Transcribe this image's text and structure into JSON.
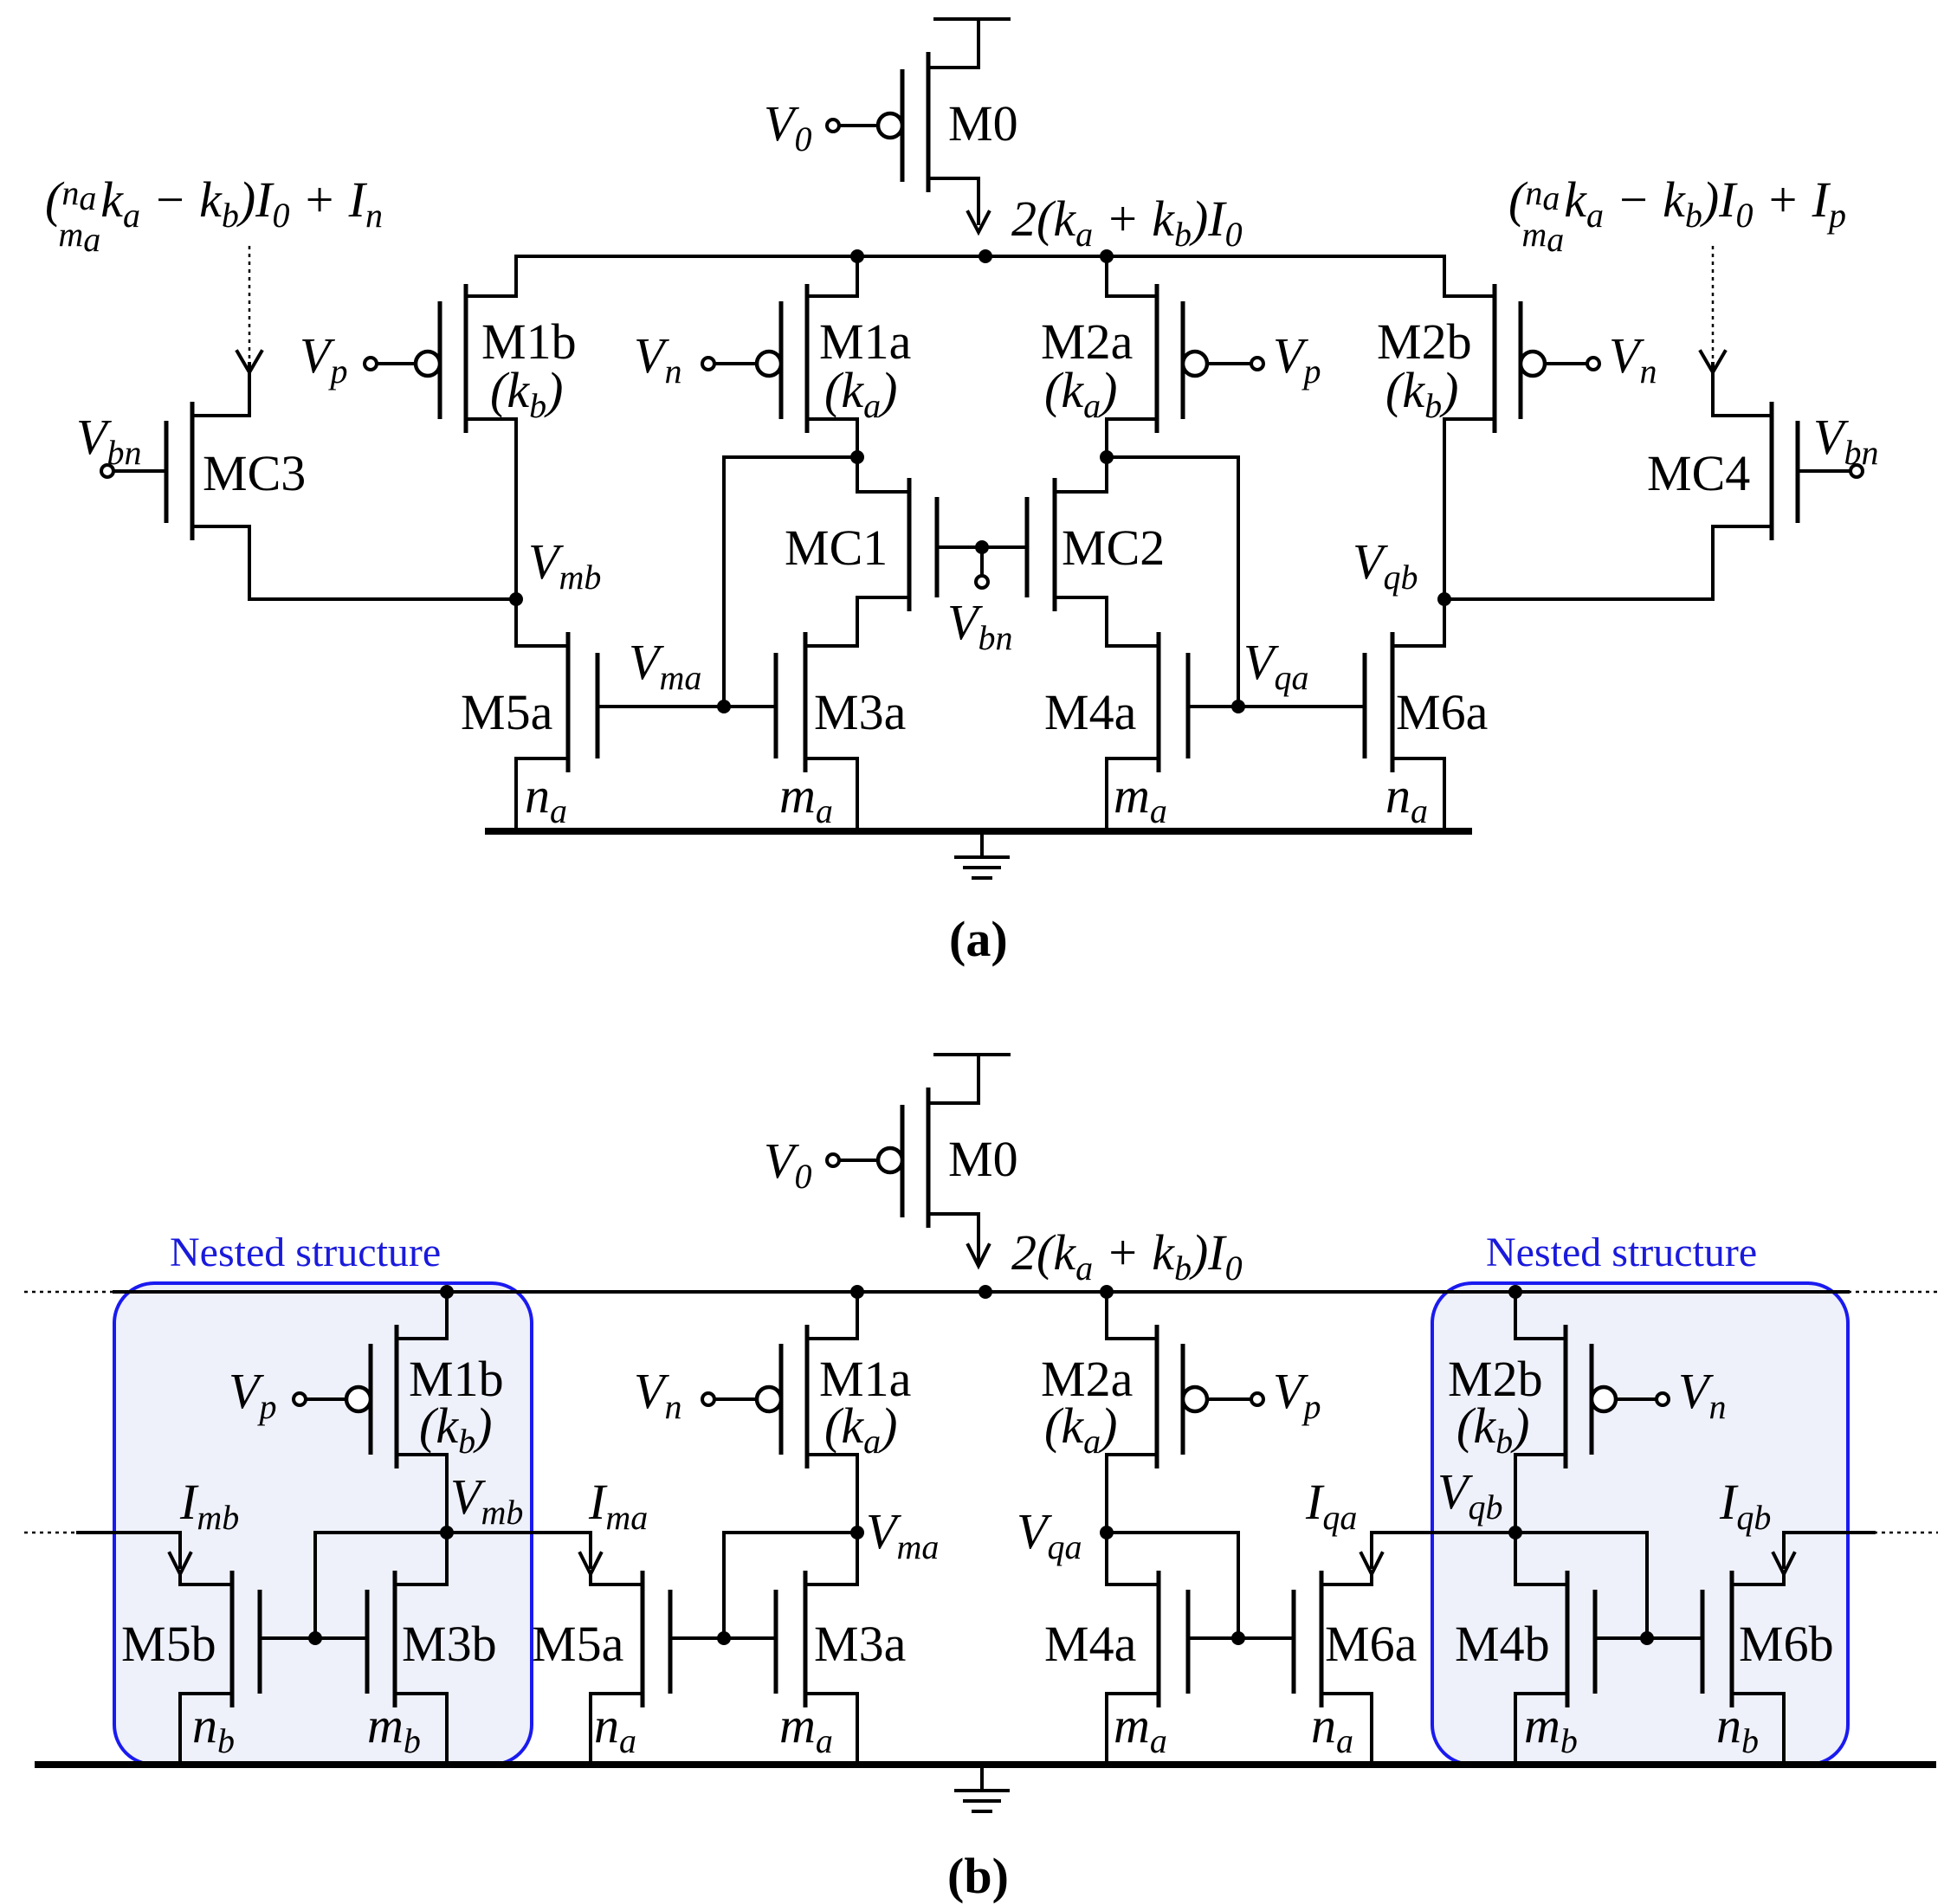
{
  "captions": {
    "a": "(a)",
    "b": "(b)"
  },
  "nested_label": "Nested structure",
  "transistors": {
    "M0": "M0",
    "M1a": "M1a",
    "M1b": "M1b",
    "M2a": "M2a",
    "M2b": "M2b",
    "M3a": "M3a",
    "M3b": "M3b",
    "M4a": "M4a",
    "M4b": "M4b",
    "M5a": "M5a",
    "M5b": "M5b",
    "M6a": "M6a",
    "M6b": "M6b",
    "MC1": "MC1",
    "MC2": "MC2",
    "MC3": "MC3",
    "MC4": "MC4"
  },
  "sizes": {
    "ka": "(k",
    "kb": "(k",
    "sub_a": "a",
    "sub_b": "b",
    "close": ")"
  },
  "nodes": {
    "V": "V",
    "I": "I",
    "n": "n",
    "m": "m",
    "s0": "0",
    "sp": "p",
    "sn": "n",
    "sbn": "bn",
    "sma": "ma",
    "smb": "mb",
    "sqa": "qa",
    "sqb": "qb",
    "sa": "a",
    "sb": "b"
  },
  "currents": {
    "tail_a": "2(k",
    "tail_b": " + k",
    "tail_c": ")I",
    "bias_open": "(",
    "bias_frac_num": "n",
    "bias_frac_den": "m",
    "bias_mid": "k",
    "bias_minus": " − k",
    "bias_close": ")I",
    "bias_plus": " + I"
  }
}
